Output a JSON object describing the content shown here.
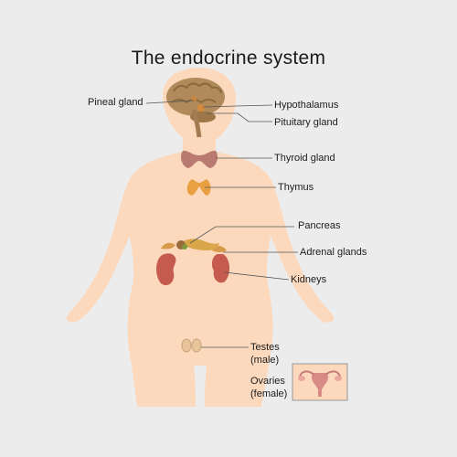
{
  "title": "The endocrine system",
  "labels": {
    "pineal": "Pineal gland",
    "hypothalamus": "Hypothalamus",
    "pituitary": "Pituitary gland",
    "thyroid": "Thyroid gland",
    "thymus": "Thymus",
    "pancreas": "Pancreas",
    "adrenal": "Adrenal glands",
    "kidneys": "Kidneys",
    "testes_1": "Testes",
    "testes_2": "(male)",
    "ovaries_1": "Ovaries",
    "ovaries_2": "(female)"
  },
  "colors": {
    "background": "#ececec",
    "body": "#fcd9bd",
    "brain": "#b08a5a",
    "kidney": "#c55a4f",
    "thyroid": "#b97a72",
    "thymus": "#e8a040",
    "pancreas": "#d9a64a",
    "leader_line": "#555555"
  }
}
